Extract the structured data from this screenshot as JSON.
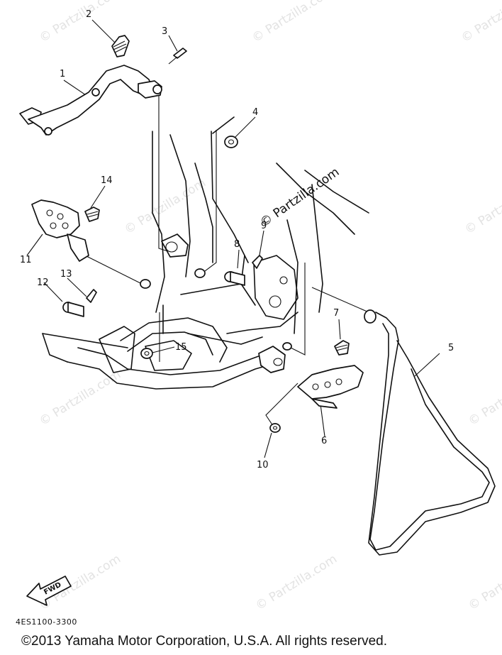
{
  "watermark": {
    "text": "© Partzilla.com"
  },
  "callouts": [
    {
      "id": "c1",
      "label": "1"
    },
    {
      "id": "c2",
      "label": "2"
    },
    {
      "id": "c3",
      "label": "3"
    },
    {
      "id": "c4",
      "label": "4"
    },
    {
      "id": "c5",
      "label": "5"
    },
    {
      "id": "c6",
      "label": "6"
    },
    {
      "id": "c7",
      "label": "7"
    },
    {
      "id": "c8",
      "label": "8"
    },
    {
      "id": "c9",
      "label": "9"
    },
    {
      "id": "c10",
      "label": "10"
    },
    {
      "id": "c11",
      "label": "11"
    },
    {
      "id": "c12",
      "label": "12"
    },
    {
      "id": "c13",
      "label": "13"
    },
    {
      "id": "c14",
      "label": "14"
    },
    {
      "id": "c15",
      "label": "15"
    }
  ],
  "fwd_label": "FWD",
  "diagram_code": "4ES1100-3300",
  "copyright": "©2013  Yamaha Motor Corporation, U.S.A. All rights reserved."
}
